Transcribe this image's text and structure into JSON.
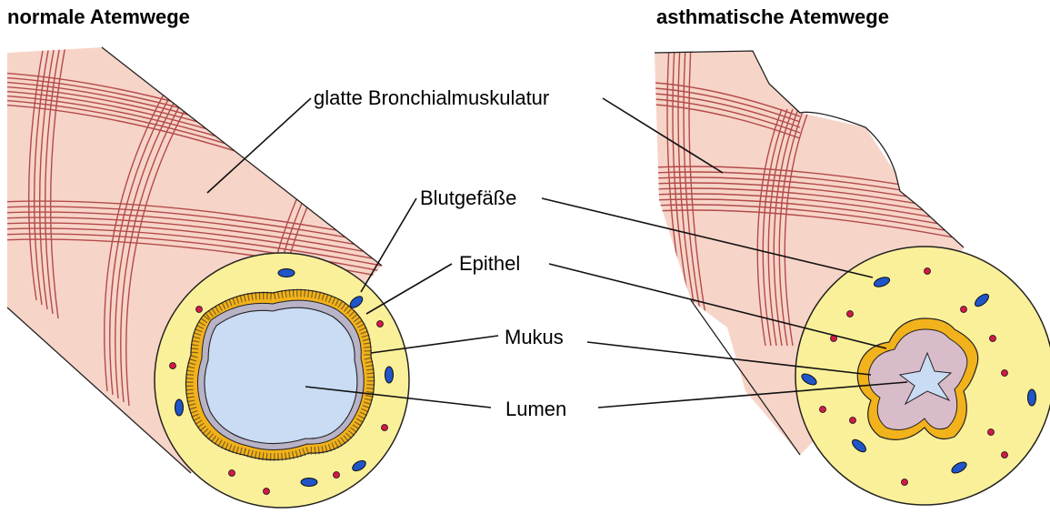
{
  "headings": {
    "normal": "normale Atemwege",
    "asthmatic": "asthmatische Atemwege"
  },
  "labels": {
    "smooth_muscle": "glatte Bronchialmuskulatur",
    "blood_vessels": "Blutgefäße",
    "epithelium": "Epithel",
    "mucus": "Mukus",
    "lumen": "Lumen"
  },
  "colors": {
    "tube_fill": "#f7d4c8",
    "muscle_band": "#b24a4a",
    "wall_yellow": "#fbf09a",
    "epithelium_orange": "#f2b21b",
    "mucus_gray": "#b9b3c7",
    "mucus_pink": "#d9bcc9",
    "lumen_blue": "#c9dcf3",
    "vessel_blue": "#1f55c8",
    "vessel_red": "#d2184a",
    "outline": "#222222"
  }
}
